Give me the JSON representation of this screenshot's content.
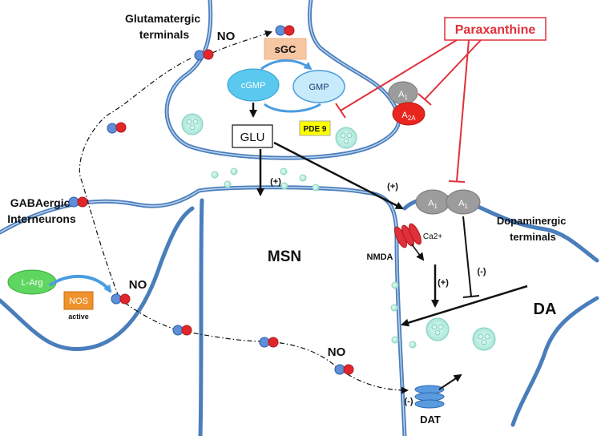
{
  "labels": {
    "glutamatergic_terminals": [
      "Glutamatergic",
      "terminals"
    ],
    "gabaergic_interneurons": [
      "GABAergic",
      "Interneurons"
    ],
    "dopaminergic_terminals": [
      "Dopaminergic",
      "terminals"
    ],
    "paraxanthine": "Paraxanthine",
    "no_top": "NO",
    "no_left": "NO",
    "no_bottom": "NO",
    "sgc": "sGC",
    "cgmp": "cGMP",
    "gmp": "GMP",
    "pde9": "PDE 9",
    "glu": "GLU",
    "msn": "MSN",
    "da": "DA",
    "nmda": "NMDA",
    "ca2": "Ca2+",
    "dat": "DAT",
    "larg": "L-Arg",
    "nos": "NOS",
    "nos_active": "active",
    "plus_glu": "(+)",
    "plus_nmda": "(+)",
    "plus_da": "(+)",
    "minus_a1": "(-)",
    "minus_dat": "(-)"
  },
  "receptors": {
    "a1_top": "A1",
    "a2a": "A2A",
    "a1_da_left": "A1",
    "a1_da_right": "A1"
  },
  "colors": {
    "membrane": "#4a7ebb",
    "paraxanthine_red": "#e0303a",
    "sgc_box": "#f7c6a3",
    "cgmp_fill": "#5bc8ef",
    "gmp_fill": "#c7ebfa",
    "pde9_fill": "#ffff00",
    "larg_fill": "#5fd65f",
    "nos_fill": "#f0922c",
    "receptor_gray": "#9c9c9c",
    "a2a_red": "#e8261f",
    "vesicle": "#bfeee4",
    "no_red": "#e3262b",
    "no_blue": "#5f8fd6"
  }
}
